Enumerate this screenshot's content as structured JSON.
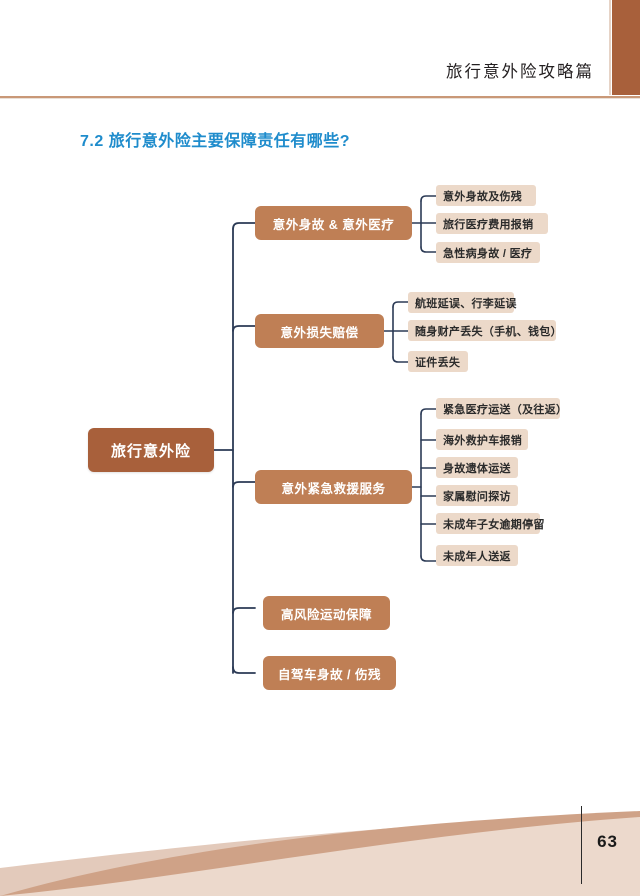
{
  "header": {
    "running_title": "旅行意外险攻略篇",
    "tab_color": "#a8603b",
    "rule_color": "#c99877"
  },
  "section": {
    "number": "7.2",
    "title": "7.2 旅行意外险主要保障责任有哪些?",
    "color": "#1f8ccc"
  },
  "mindmap": {
    "root": {
      "label": "旅行意外险",
      "color": "#a8603b",
      "text_color": "#ffffff"
    },
    "branch_color": "#bf7f55",
    "leaf_color": "#ecd9c9",
    "connector_color": "#2b3a55",
    "branches": [
      {
        "label": "意外身故 & 意外医疗",
        "children": [
          "意外身故及伤残",
          "旅行医疗费用报销",
          "急性病身故 / 医疗"
        ]
      },
      {
        "label": "意外损失赔偿",
        "children": [
          "航班延误、行李延误",
          "随身财产丢失（手机、钱包）",
          "证件丢失"
        ]
      },
      {
        "label": "意外紧急救援服务",
        "children": [
          "紧急医疗运送（及往返）",
          "海外救护车报销",
          "身故遗体运送",
          "家属慰问探访",
          "未成年子女逾期停留",
          "未成年人送返"
        ]
      },
      {
        "label": "高风险运动保障",
        "children": []
      },
      {
        "label": "自驾车身故 / 伤残",
        "children": []
      }
    ]
  },
  "footer": {
    "page_number": "63",
    "wave_colors": [
      "#e3cabb",
      "#cfa287",
      "#ecd9cc"
    ]
  }
}
